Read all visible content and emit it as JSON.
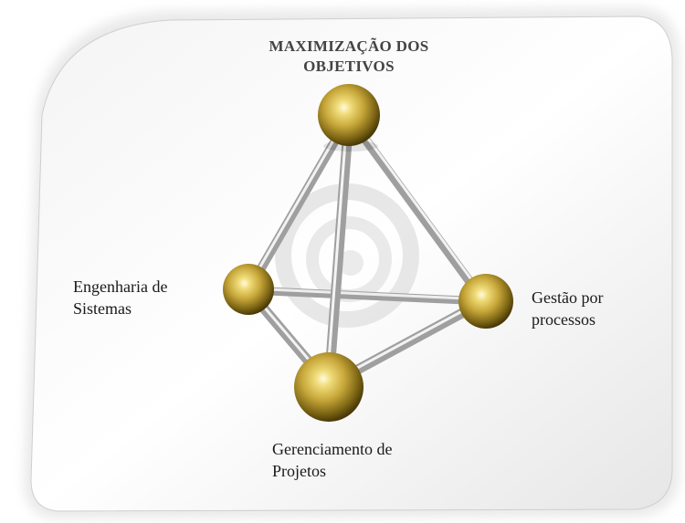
{
  "labels": {
    "top": [
      "MAXIMIZAÇÃO DOS",
      "OBJETIVOS"
    ],
    "left": [
      "Engenharia de",
      "Sistemas"
    ],
    "right": [
      "Gestão por",
      "processos"
    ],
    "bottom": [
      "Gerenciamento de",
      "Projetos"
    ]
  },
  "colors": {
    "card_edge": "#c9c9c9",
    "rod": "#b8b8b8",
    "sphere_gold": "#b89a2e",
    "watermark": "#dcdcdc"
  }
}
